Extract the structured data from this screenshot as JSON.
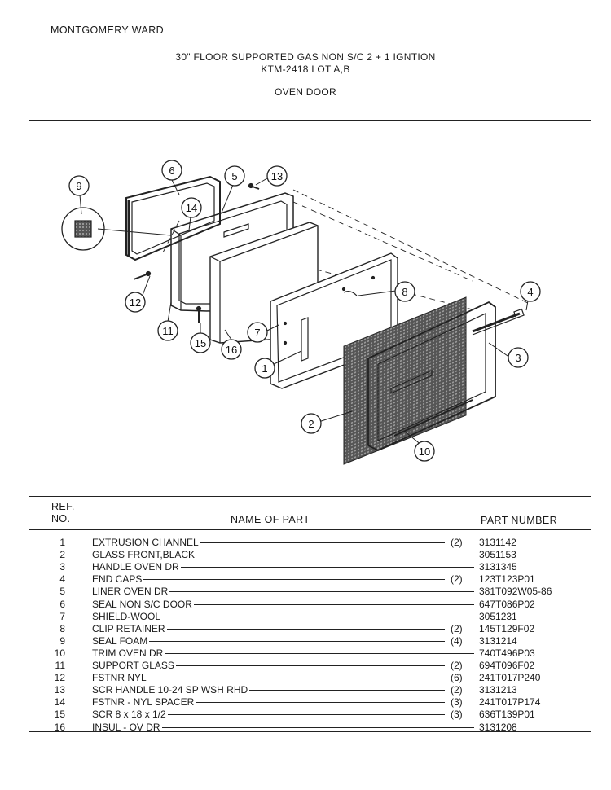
{
  "header": {
    "brand": "MONTGOMERY WARD",
    "title_line1": "30\" FLOOR SUPPORTED GAS NON S/C 2 + 1 IGNTION",
    "title_line2": "KTM-2418 LOT A,B",
    "section": "OVEN DOOR"
  },
  "diagram": {
    "callouts": [
      "1",
      "2",
      "3",
      "4",
      "5",
      "6",
      "7",
      "8",
      "9",
      "10",
      "11",
      "12",
      "13",
      "14",
      "15",
      "16"
    ]
  },
  "table": {
    "col_ref_line1": "REF.",
    "col_ref_line2": "NO.",
    "col_name": "NAME OF PART",
    "col_part": "PART NUMBER",
    "rows": [
      {
        "ref": "1",
        "name": "EXTRUSION CHANNEL",
        "qty": "(2)",
        "part": "3131142"
      },
      {
        "ref": "2",
        "name": "GLASS FRONT,BLACK",
        "qty": "",
        "part": "3051153"
      },
      {
        "ref": "3",
        "name": "HANDLE OVEN DR",
        "qty": "",
        "part": "3131345"
      },
      {
        "ref": "4",
        "name": "END CAPS",
        "qty": "(2)",
        "part": "123T123P01"
      },
      {
        "ref": "5",
        "name": "LINER OVEN DR",
        "qty": "",
        "part": "381T092W05-86"
      },
      {
        "ref": "6",
        "name": "SEAL NON S/C DOOR",
        "qty": "",
        "part": "647T086P02"
      },
      {
        "ref": "7",
        "name": "SHIELD-WOOL",
        "qty": "",
        "part": "3051231"
      },
      {
        "ref": "8",
        "name": "CLIP RETAINER",
        "qty": "(2)",
        "part": "145T129F02"
      },
      {
        "ref": "9",
        "name": "SEAL FOAM",
        "qty": "(4)",
        "part": "3131214"
      },
      {
        "ref": "10",
        "name": "TRIM OVEN DR",
        "qty": "",
        "part": "740T496P03"
      },
      {
        "ref": "11",
        "name": "SUPPORT GLASS",
        "qty": "(2)",
        "part": "694T096F02"
      },
      {
        "ref": "12",
        "name": "FSTNR NYL",
        "qty": "(6)",
        "part": "241T017P240"
      },
      {
        "ref": "13",
        "name": "SCR HANDLE 10-24 SP WSH RHD",
        "qty": "(2)",
        "part": "3131213"
      },
      {
        "ref": "14",
        "name": "FSTNR - NYL SPACER",
        "qty": "(3)",
        "part": "241T017P174"
      },
      {
        "ref": "15",
        "name": "SCR 8 x 18 x 1/2",
        "qty": "(3)",
        "part": "636T139P01"
      },
      {
        "ref": "16",
        "name": "INSUL - OV DR",
        "qty": "",
        "part": "3131208"
      }
    ]
  }
}
